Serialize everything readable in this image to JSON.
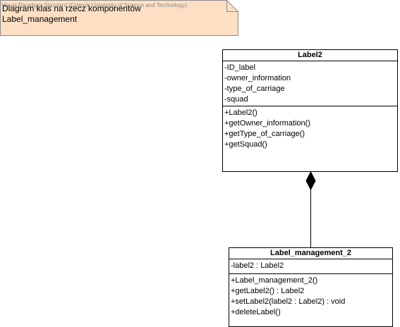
{
  "note": {
    "watermark": "Visual Paradigm Standard (Gdansk University of Science and Technology)",
    "line1": "Diagram klas na rzecz komponentów",
    "line2": "Label_management"
  },
  "classes": [
    {
      "name": "Label2",
      "attributes": [
        "-ID_label",
        "-owner_information",
        "-type_of_carriage",
        "-squad"
      ],
      "operations": [
        "+Label2()",
        "+getOwner_information()",
        "+getType_of_carriage()",
        "+getSquad()"
      ]
    },
    {
      "name": "Label_management_2",
      "attributes": [
        "-label2 : Label2"
      ],
      "operations": [
        "+Label_management_2()",
        "+getLabel2() : Label2",
        "+setLabel2(label2 : Label2) : void",
        "+deleteLabel()"
      ]
    }
  ],
  "relationships": [
    {
      "type": "composition",
      "whole": "Label2",
      "part": "Label_management_2"
    }
  ]
}
